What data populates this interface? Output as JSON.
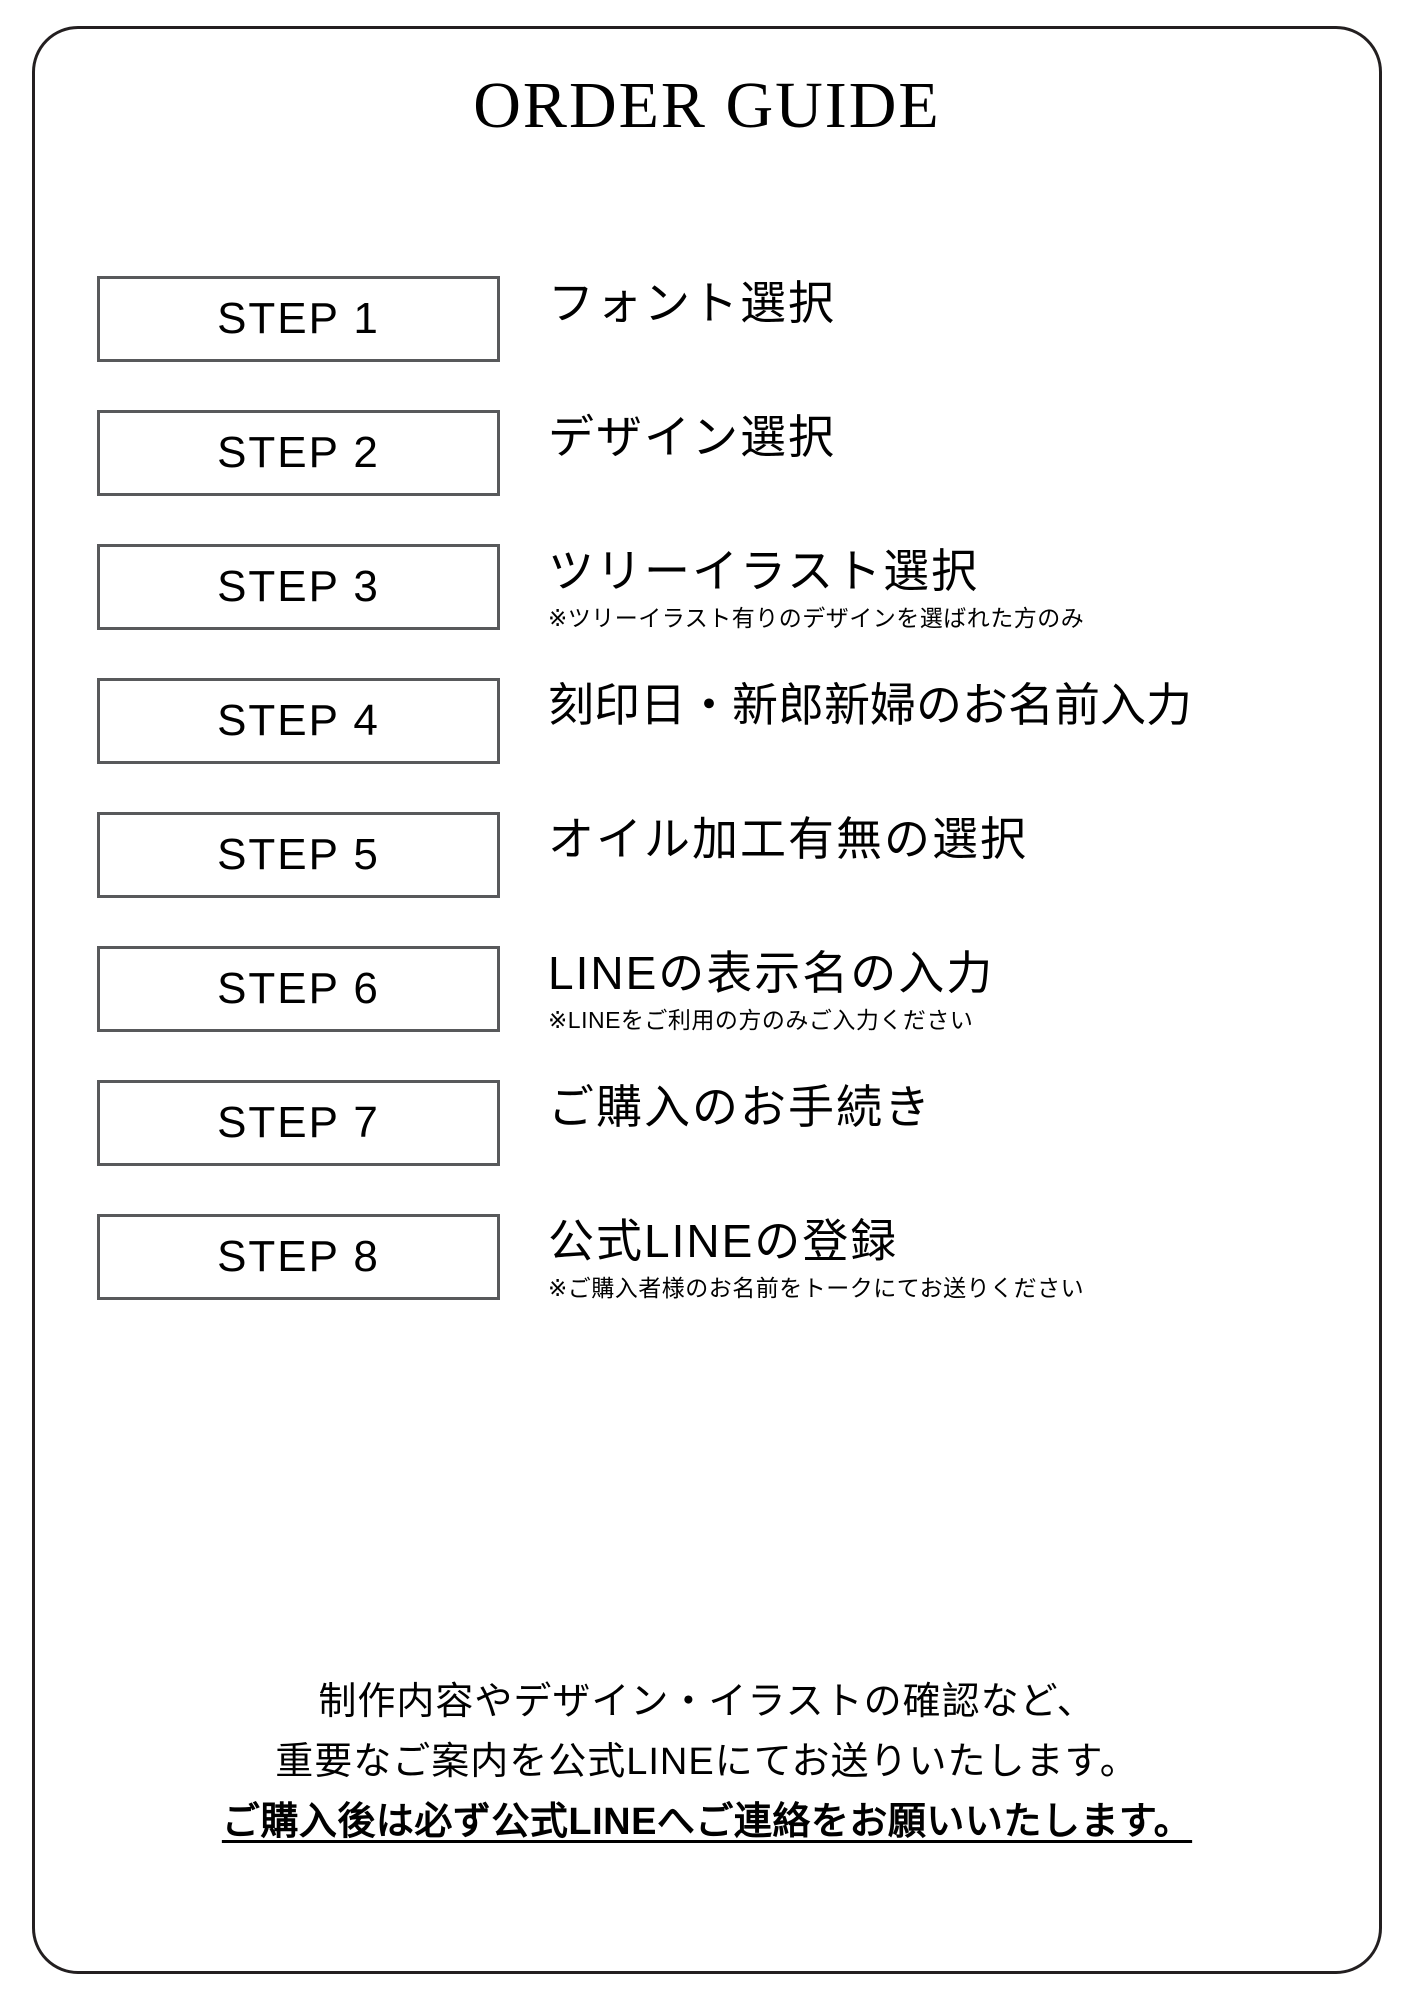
{
  "document": {
    "title": "ORDER GUIDE",
    "accent_color": "#000000",
    "box_border_color": "#58595b",
    "card_border_color": "#231f20",
    "background_color": "#ffffff"
  },
  "steps": [
    {
      "badge": "STEP 1",
      "label": "フォント選択",
      "note": ""
    },
    {
      "badge": "STEP 2",
      "label": "デザイン選択",
      "note": ""
    },
    {
      "badge": "STEP 3",
      "label": "ツリーイラスト選択",
      "note": "※ツリーイラスト有りのデザインを選ばれた方のみ"
    },
    {
      "badge": "STEP 4",
      "label": "刻印日・新郎新婦のお名前入力",
      "note": ""
    },
    {
      "badge": "STEP 5",
      "label": "オイル加工有無の選択",
      "note": ""
    },
    {
      "badge": "STEP 6",
      "label": "LINEの表示名の入力",
      "note": "※LINEをご利用の方のみご入力ください"
    },
    {
      "badge": "STEP 7",
      "label": "ご購入のお手続き",
      "note": ""
    },
    {
      "badge": "STEP 8",
      "label": "公式LINEの登録",
      "note": "※ご購入者様のお名前をトークにてお送りください"
    }
  ],
  "footer": {
    "line1": "制作内容やデザイン・イラストの確認など、",
    "line2": "重要なご案内を公式LINEにてお送りいたします。",
    "line3": "ご購入後は必ず公式LINEへご連絡をお願いいたします。"
  }
}
